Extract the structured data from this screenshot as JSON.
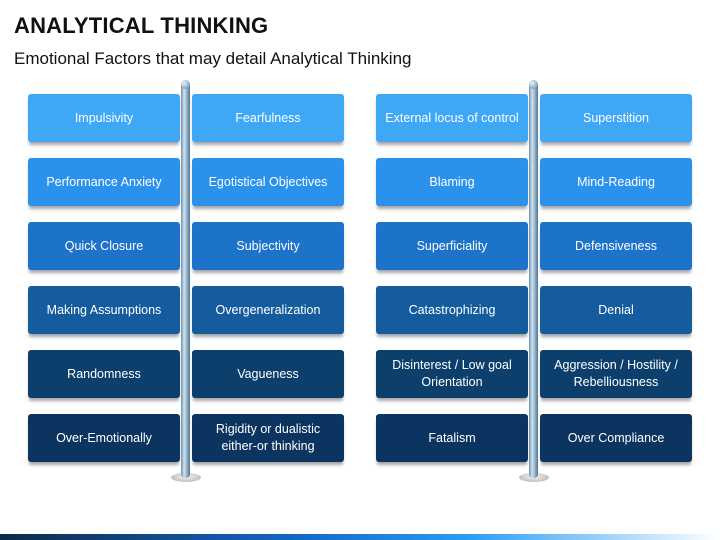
{
  "title": "ANALYTICAL THINKING",
  "subtitle": "Emotional Factors that may detail Analytical Thinking",
  "row_colors": [
    "#3ea8f7",
    "#2b92ec",
    "#1d72c9",
    "#155c9f",
    "#0c3f6c",
    "#0b3560"
  ],
  "left_panel": [
    {
      "a": "Impulsivity",
      "b": "Fearfulness"
    },
    {
      "a": "Performance Anxiety",
      "b": "Egotistical Objectives"
    },
    {
      "a": "Quick Closure",
      "b": "Subjectivity"
    },
    {
      "a": "Making Assumptions",
      "b": "Overgeneralization"
    },
    {
      "a": "Randomness",
      "b": "Vagueness"
    },
    {
      "a": "Over-Emotionally",
      "b": "Rigidity or dualistic either-or thinking"
    }
  ],
  "right_panel": [
    {
      "a": "External locus of control",
      "b": "Superstition"
    },
    {
      "a": "Blaming",
      "b": "Mind-Reading"
    },
    {
      "a": "Superficiality",
      "b": "Defensiveness"
    },
    {
      "a": "Catastrophizing",
      "b": "Denial"
    },
    {
      "a": "Disinterest / Low goal Orientation",
      "b": "Aggression / Hostility / Rebelliousness"
    },
    {
      "a": "Fatalism",
      "b": "Over Compliance"
    }
  ]
}
